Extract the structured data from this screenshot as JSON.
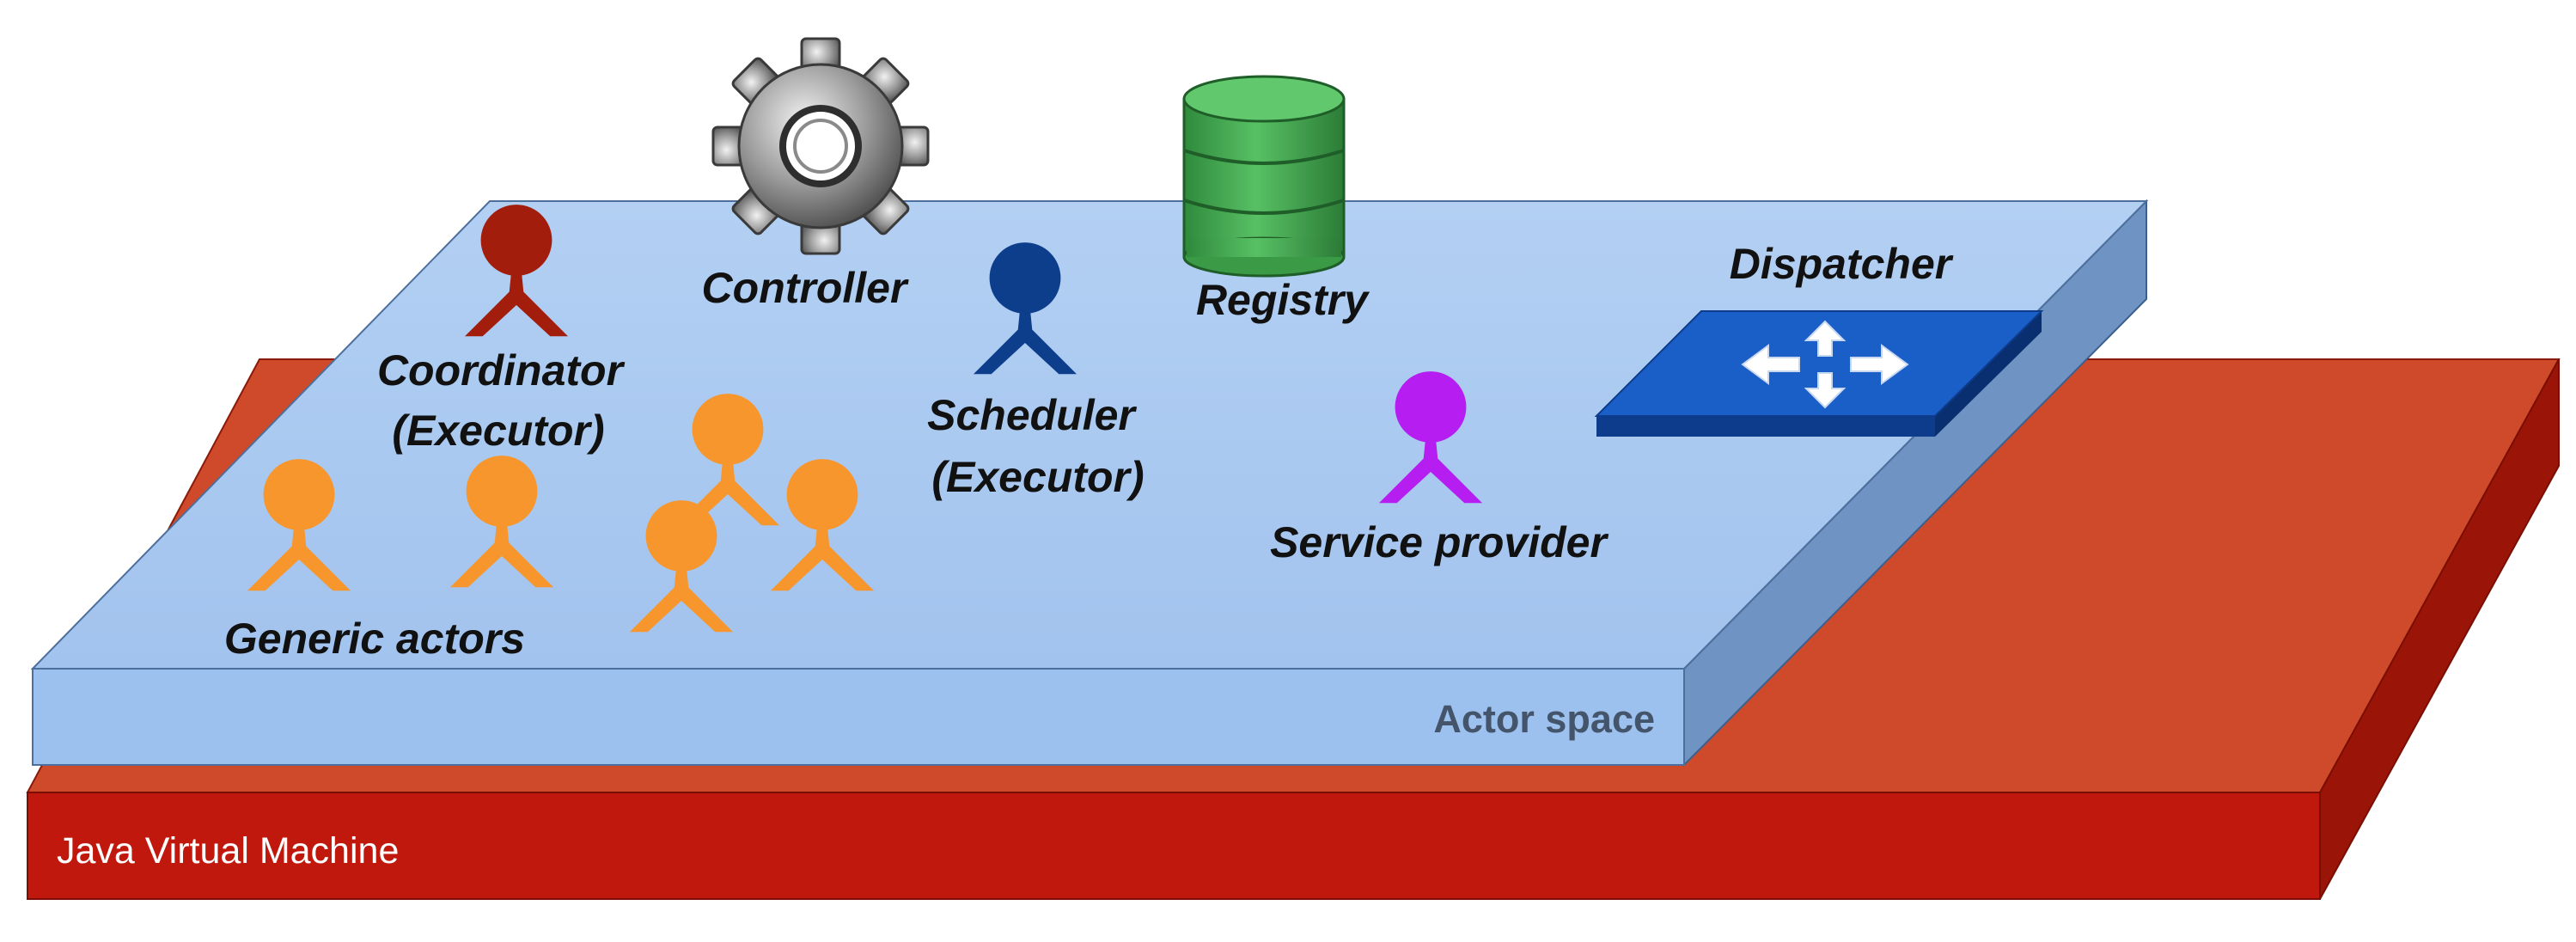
{
  "layers": {
    "jvm": {
      "label": "Java Virtual Machine",
      "color": "#c0180c"
    },
    "actor_space": {
      "label": "Actor space",
      "color": "#a9c8f0"
    }
  },
  "components": {
    "controller": {
      "label": "Controller",
      "icon": "gear-icon"
    },
    "registry": {
      "label": "Registry",
      "icon": "database-icon",
      "color": "#3aa04a"
    },
    "dispatcher": {
      "label": "Dispatcher",
      "icon": "switch-icon",
      "color": "#1a5fc8"
    },
    "coordinator": {
      "label_line1": "Coordinator",
      "label_line2": "(Executor)",
      "icon": "actor-icon",
      "color": "#a31d0c"
    },
    "scheduler": {
      "label_line1": "Scheduler",
      "label_line2": "(Executor)",
      "icon": "actor-icon",
      "color": "#0d3e8c"
    },
    "service_provider": {
      "label": "Service provider",
      "icon": "actor-icon",
      "color": "#b51df0"
    },
    "generic_actors": {
      "label": "Generic actors",
      "icon": "actor-icon",
      "color": "#f7962c"
    }
  }
}
